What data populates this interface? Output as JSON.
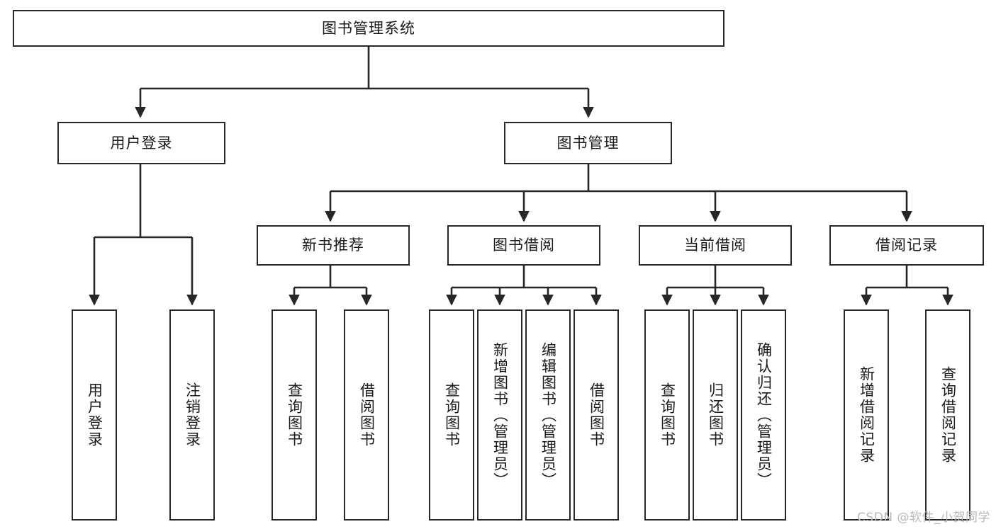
{
  "diagram": {
    "title": "图书管理系统",
    "type": "hierarchy-tree",
    "root": {
      "id": "root",
      "label": "图书管理系统"
    },
    "level2": [
      {
        "id": "user-login",
        "label": "用户登录"
      },
      {
        "id": "book-management",
        "label": "图书管理"
      }
    ],
    "level3": [
      {
        "id": "new-book-recommend",
        "label": "新书推荐",
        "parent": "book-management"
      },
      {
        "id": "book-borrow",
        "label": "图书借阅",
        "parent": "book-management"
      },
      {
        "id": "current-borrow",
        "label": "当前借阅",
        "parent": "book-management"
      },
      {
        "id": "borrow-record",
        "label": "借阅记录",
        "parent": "book-management"
      }
    ],
    "leaves": {
      "user_login": [
        {
          "id": "leaf-user-login",
          "label": "用户登录"
        },
        {
          "id": "leaf-user-logout",
          "label": "注销登录"
        }
      ],
      "new_book_recommend": [
        {
          "id": "leaf-query-book-1",
          "label": "查询图书"
        },
        {
          "id": "leaf-borrow-book-1",
          "label": "借阅图书"
        }
      ],
      "book_borrow": [
        {
          "id": "leaf-query-book-2",
          "label": "查询图书"
        },
        {
          "id": "leaf-add-book",
          "label": "新增图书（管理员）"
        },
        {
          "id": "leaf-edit-book",
          "label": "编辑图书（管理员）"
        },
        {
          "id": "leaf-borrow-book-2",
          "label": "借阅图书"
        }
      ],
      "current_borrow": [
        {
          "id": "leaf-query-book-3",
          "label": "查询图书"
        },
        {
          "id": "leaf-return-book",
          "label": "归还图书"
        },
        {
          "id": "leaf-confirm-return",
          "label": "确认归还（管理员）"
        }
      ],
      "borrow_record": [
        {
          "id": "leaf-add-record",
          "label": "新增借阅记录"
        },
        {
          "id": "leaf-query-record",
          "label": "查询借阅记录"
        }
      ]
    }
  },
  "watermark": {
    "text": "CSDN @软件_小贺同学"
  },
  "colors": {
    "stroke": "#272727",
    "text": "#1a1a1a",
    "background": "#ffffff",
    "watermark": "#b9b9b9"
  }
}
